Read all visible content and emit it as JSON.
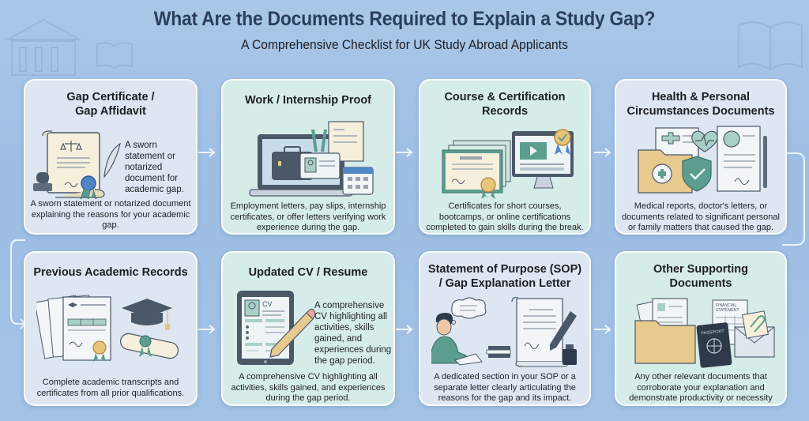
{
  "header": {
    "title": "What Are the Documents Required to Explain a Study Gap?",
    "subtitle": "A Comprehensive Checklist for UK Study Abroad Applicants"
  },
  "cards": [
    {
      "title_line1": "Gap Certificate /",
      "title_line2": "Gap Affidavit",
      "side_text": "A sworn statement or notarized document for academic gap.",
      "description": "A sworn statement or notarized document explaining the reasons for your academic gap.",
      "icon": "gap-affidavit-scroll-icon"
    },
    {
      "title_line1": "Work / Internship Proof",
      "title_line2": "",
      "description": "Employment letters, pay slips, internship certificates, or offer letters verifying work experience during the gap.",
      "icon": "work-briefcase-laptop-icon"
    },
    {
      "title_line1": "Course & Certification",
      "title_line2": "Records",
      "description": "Certificates for short courses, bootcamps, or online certifications completed to gain skills during the break.",
      "icon": "certificate-monitor-icon"
    },
    {
      "title_line1": "Health & Personal",
      "title_line2": "Circumstances Documents",
      "description": "Medical reports, doctor's letters, or documents related to significant personal or family matters that caused the gap.",
      "icon": "medical-folder-icon"
    },
    {
      "title_line1": "Previous Academic Records",
      "title_line2": "",
      "description": "Complete academic transcripts and certificates from all prior qualifications.",
      "icon": "graduation-transcript-icon"
    },
    {
      "title_line1": "Updated CV / Resume",
      "title_line2": "",
      "side_text": "A comprehensive CV highlighting all activities, skills gained, and experiences during the gap period.",
      "description": "A comprehensive CV highlighting all activities, skills gained, and experiences during the gap period.",
      "icon": "cv-tablet-pencil-icon",
      "cv_label": "CV"
    },
    {
      "title_line1": "Statement of Purpose (SOP)",
      "title_line2": "/ Gap Explanation Letter",
      "description": "A dedicated section in your SOP or a separate letter clearly articulating the reasons for the gap and its impact.",
      "icon": "student-writing-letter-icon"
    },
    {
      "title_line1": "Other Supporting",
      "title_line2": "Documents",
      "description": "Any other relevant documents that corroborate your explanation and demonstrate productivity or necessity",
      "icon": "passport-financial-folder-icon",
      "passport_label": "PASSPORT",
      "financial_label_1": "FINANCIAL",
      "financial_label_2": "STATEMENT"
    }
  ],
  "colors": {
    "background": "#a3c3e6",
    "title": "#2a3f5c",
    "card_blue": "#dde6f1",
    "card_mint": "#d6ece9",
    "accent_teal": "#5b9e8f",
    "dark_slate": "#4a5868",
    "ribbon_blue": "#4f86c6",
    "paper": "#f6efdc"
  }
}
